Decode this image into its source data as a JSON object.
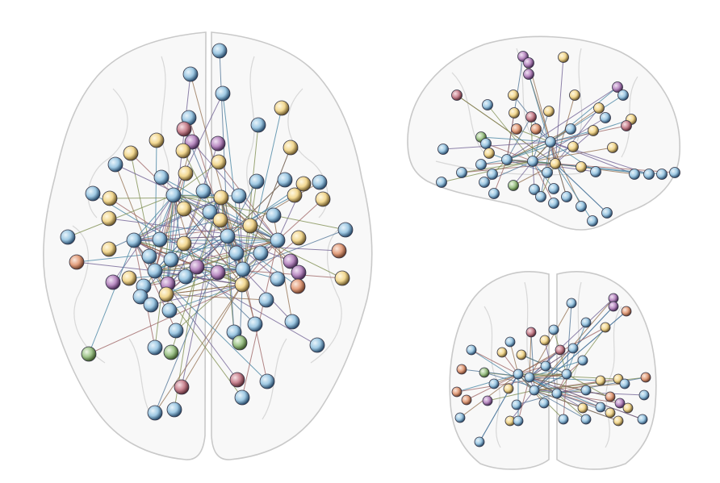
{
  "palette": {
    "blue": "#9fc9e3",
    "yellow": "#f2d892",
    "purple": "#b98cc2",
    "green": "#9fc48b",
    "orange": "#e3a07f",
    "rose": "#c98490"
  },
  "edge_colors": [
    "#4a6f93",
    "#8f6b4a",
    "#6a5a8f",
    "#3f7f9f",
    "#9a5f5f",
    "#7a8a4a"
  ],
  "views": [
    {
      "name": "axial-view"
    },
    {
      "name": "sagittal-view"
    },
    {
      "name": "coronal-view"
    }
  ]
}
